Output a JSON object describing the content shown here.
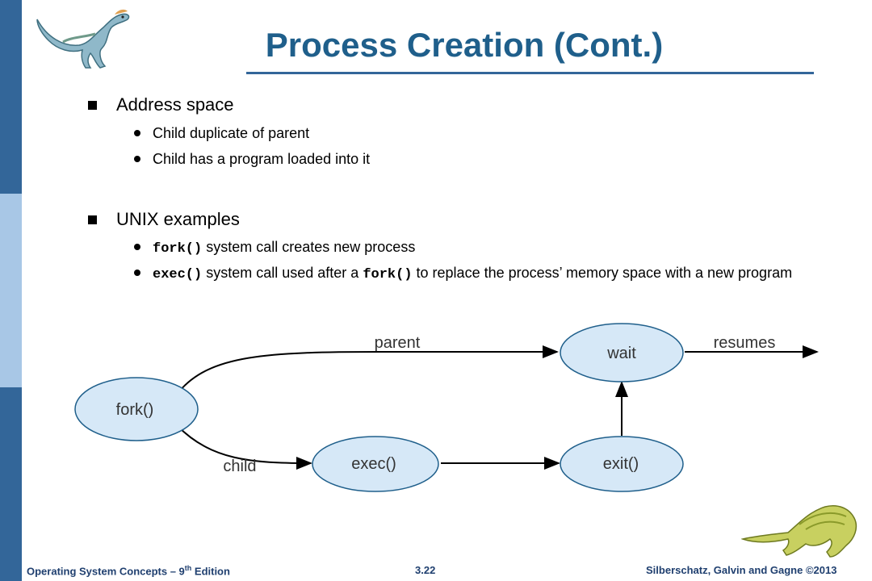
{
  "slide": {
    "title": "Process Creation (Cont.)",
    "sections": [
      {
        "heading": "Address space",
        "items": [
          {
            "text": "Child duplicate of parent"
          },
          {
            "text": "Child has a program loaded into it"
          }
        ]
      },
      {
        "heading": "UNIX examples",
        "items": [
          {
            "code1": "fork()",
            "text1": " system call creates new process"
          },
          {
            "code1": "exec()",
            "text1": " system call used after a ",
            "code2": "fork()",
            "text2": " to replace the process’ memory space with a new program"
          }
        ]
      }
    ]
  },
  "diagram": {
    "nodes": {
      "fork": "fork()",
      "wait": "wait",
      "exec": "exec()",
      "exit": "exit()"
    },
    "edge_labels": {
      "parent": "parent",
      "child": "child",
      "resumes": "resumes"
    }
  },
  "footer": {
    "left_pre": "Operating System Concepts – 9",
    "left_sup": "th",
    "left_post": " Edition",
    "center": "3.22",
    "right": "Silberschatz, Galvin and Gagne ©2013"
  },
  "colors": {
    "sidebar_dark": "#336699",
    "sidebar_light": "#a8c7e6",
    "title": "#1f5f8b",
    "node_fill": "#d6e8f7"
  }
}
